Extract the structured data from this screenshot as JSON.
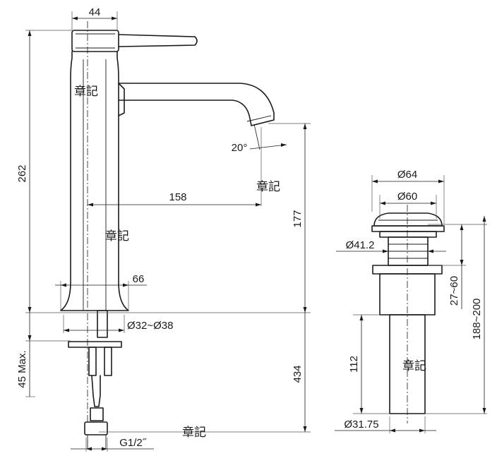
{
  "dimensions": {
    "d44": "44",
    "d262": "262",
    "d158": "158",
    "d177": "177",
    "d20deg": "20°",
    "d66": "66",
    "d32_38": "Ø32~Ø38",
    "d45max": "45 Max.",
    "d434": "434",
    "g12": "G1/2˝",
    "d64": "Ø64",
    "d60": "Ø60",
    "d41_2": "Ø41.2",
    "d27_60": "27~60",
    "d188_200": "188~200",
    "d112": "112",
    "d31_75": "Ø31.75"
  },
  "watermark": "章記"
}
